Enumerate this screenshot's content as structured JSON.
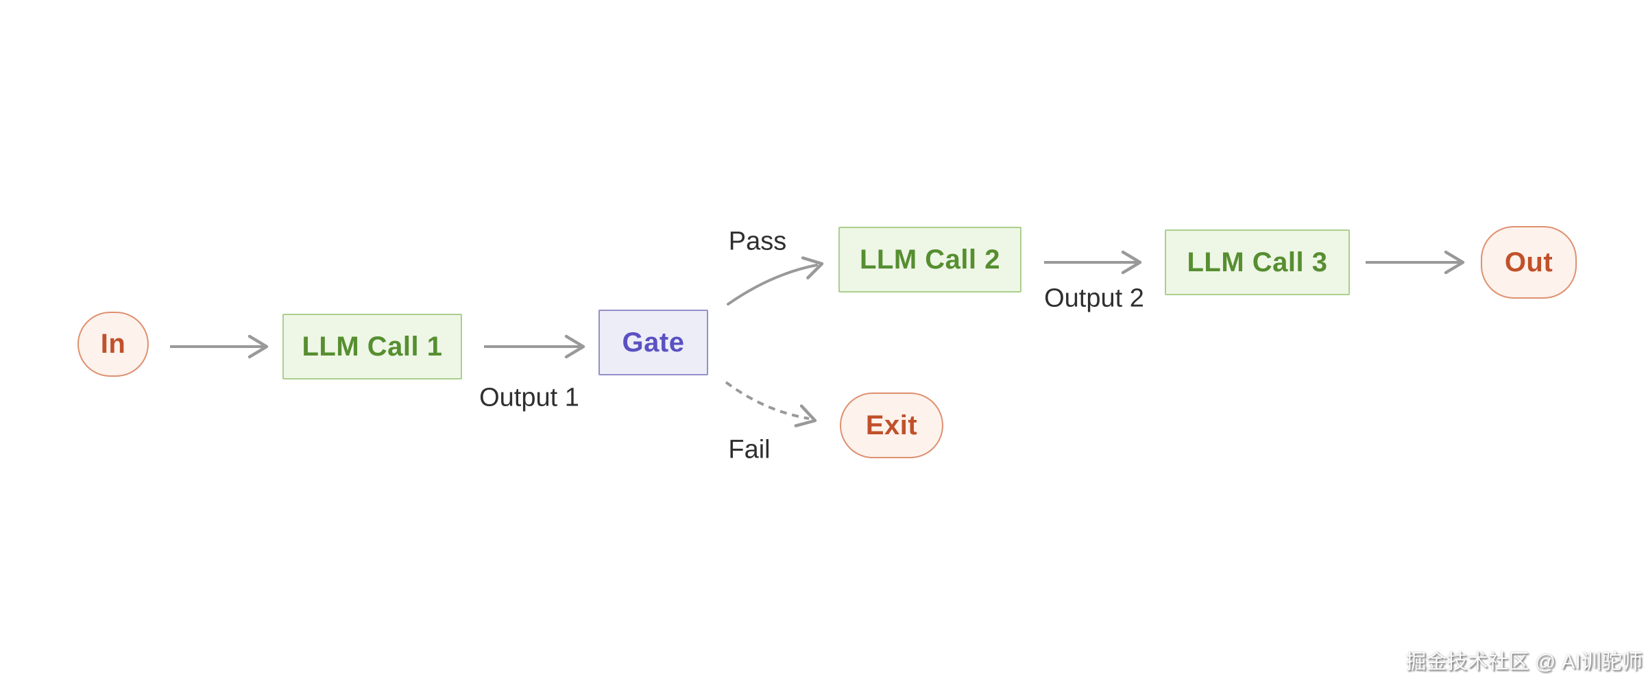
{
  "diagram": {
    "nodes": {
      "in": {
        "label": "In",
        "type": "terminal"
      },
      "llm1": {
        "label": "LLM Call 1",
        "type": "process"
      },
      "gate": {
        "label": "Gate",
        "type": "gate"
      },
      "llm2": {
        "label": "LLM Call 2",
        "type": "process"
      },
      "llm3": {
        "label": "LLM Call 3",
        "type": "process"
      },
      "out": {
        "label": "Out",
        "type": "terminal"
      },
      "exit": {
        "label": "Exit",
        "type": "terminal"
      }
    },
    "edge_labels": {
      "output1": "Output 1",
      "output2": "Output 2",
      "pass": "Pass",
      "fail": "Fail"
    }
  },
  "watermark": "掘金技术社区 @ AI训驼师",
  "colors": {
    "background": "#ffffff",
    "terminal_fill": "#fdf2ec",
    "terminal_border": "#de9070",
    "terminal_text": "#c0512b",
    "process_fill": "#eef6e6",
    "process_border": "#abcf8e",
    "process_text": "#568e30",
    "gate_fill": "#ededf8",
    "gate_border": "#938fcc",
    "gate_text": "#5a51c2",
    "arrow": "#999999",
    "edge_label_text": "#2f2f2f",
    "watermark_text": "#fbfbfb",
    "watermark_shadow": "#777777"
  }
}
